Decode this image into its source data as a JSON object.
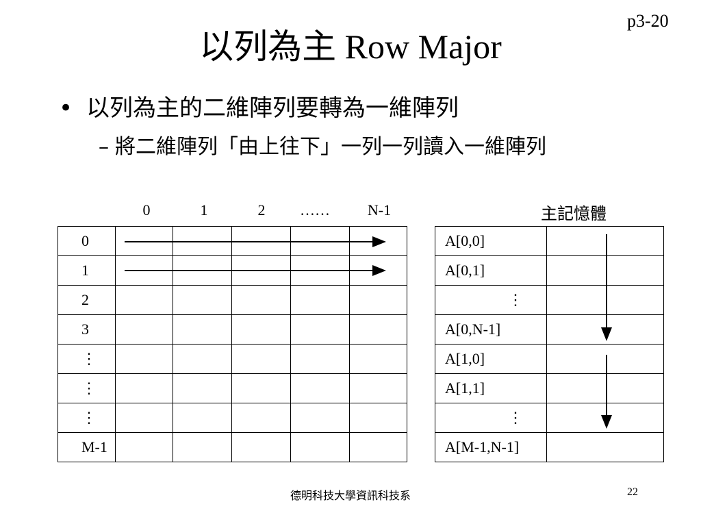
{
  "page_label": "p3-20",
  "title": "以列為主 Row Major",
  "bullet": {
    "marker": "•",
    "text": "以列為主的二維陣列要轉為一維陣列"
  },
  "sub_bullet": {
    "marker": "–",
    "text": "將二維陣列「由上往下」一列一列讀入一維陣列"
  },
  "diagram": {
    "column_headers": [
      "0",
      "1",
      "2",
      "……",
      "N-1"
    ],
    "row_labels": [
      "0",
      "1",
      "2",
      "3",
      "⋮",
      "⋮",
      "⋮",
      "M-1"
    ],
    "memory_title": "主記憶體",
    "memory_labels": [
      "A[0,0]",
      "A[0,1]",
      "⋮",
      "A[0,N-1]",
      "A[1,0]",
      "A[1,1]",
      "⋮",
      "A[M-1,N-1]"
    ]
  },
  "footer": {
    "school": "德明科技大學資訊科技系",
    "page_number": "22"
  }
}
